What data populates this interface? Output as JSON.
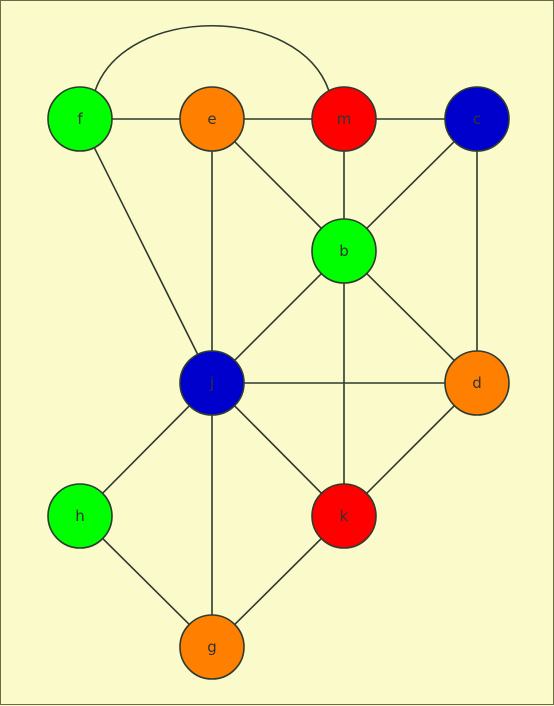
{
  "palette": {
    "background": "#fbfacb",
    "edge": "#2e3b2e",
    "green": "#00ff00",
    "orange": "#ff8000",
    "red": "#ff0000",
    "blue": "#0000cc"
  },
  "nodes": [
    {
      "id": "f",
      "label": "f",
      "color": "#00ff00"
    },
    {
      "id": "e",
      "label": "e",
      "color": "#ff8000"
    },
    {
      "id": "m",
      "label": "m",
      "color": "#ff0000"
    },
    {
      "id": "c",
      "label": "c",
      "color": "#0000cc"
    },
    {
      "id": "b",
      "label": "b",
      "color": "#00ff00"
    },
    {
      "id": "j",
      "label": "j",
      "color": "#0000cc"
    },
    {
      "id": "d",
      "label": "d",
      "color": "#ff8000"
    },
    {
      "id": "h",
      "label": "h",
      "color": "#00ff00"
    },
    {
      "id": "k",
      "label": "k",
      "color": "#ff0000"
    },
    {
      "id": "g",
      "label": "g",
      "color": "#ff8000"
    }
  ],
  "edges": [
    {
      "from": "f",
      "to": "e"
    },
    {
      "from": "e",
      "to": "m"
    },
    {
      "from": "m",
      "to": "c"
    },
    {
      "from": "f",
      "to": "m",
      "style": "arc"
    },
    {
      "from": "f",
      "to": "j"
    },
    {
      "from": "e",
      "to": "j"
    },
    {
      "from": "e",
      "to": "b"
    },
    {
      "from": "m",
      "to": "b"
    },
    {
      "from": "c",
      "to": "b"
    },
    {
      "from": "c",
      "to": "d"
    },
    {
      "from": "b",
      "to": "j"
    },
    {
      "from": "b",
      "to": "d"
    },
    {
      "from": "b",
      "to": "k"
    },
    {
      "from": "j",
      "to": "d"
    },
    {
      "from": "j",
      "to": "h"
    },
    {
      "from": "j",
      "to": "k"
    },
    {
      "from": "j",
      "to": "g"
    },
    {
      "from": "d",
      "to": "k"
    },
    {
      "from": "h",
      "to": "g"
    },
    {
      "from": "k",
      "to": "g"
    }
  ]
}
